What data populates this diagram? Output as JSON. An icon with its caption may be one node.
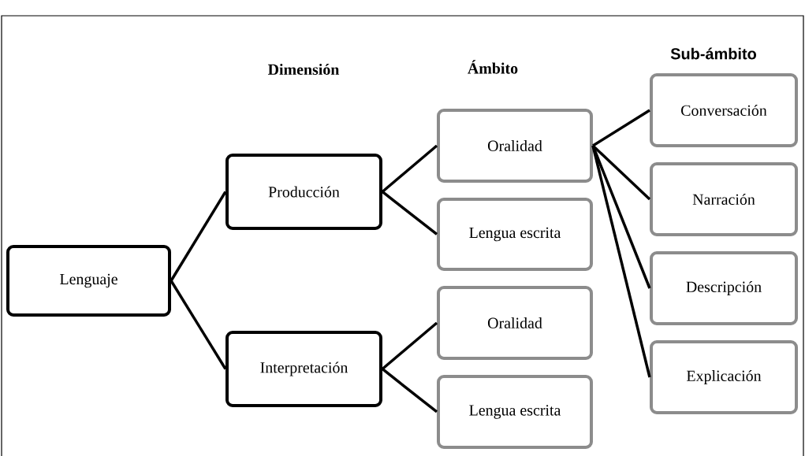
{
  "diagram": {
    "nodes": [
      {
        "text": [
          "Lenguaje"
        ]
      },
      {
        "text": [
          "Producción"
        ]
      },
      {
        "text": [
          "Interpretación"
        ]
      },
      {
        "text": [
          "Oralidad"
        ]
      },
      {
        "text": [
          "Lengua escrita"
        ]
      },
      {
        "text": [
          "Oralidad"
        ]
      },
      {
        "text": [
          "Lengua escrita"
        ]
      },
      {
        "text": [
          "Conversación"
        ]
      },
      {
        "text": [
          "Narración"
        ]
      },
      {
        "text": [
          "Descripción"
        ]
      },
      {
        "text": [
          "Explicación"
        ]
      }
    ],
    "edges": [
      {
        "from": 0,
        "to": 1,
        "arrow": "none"
      },
      {
        "from": 0,
        "to": 2,
        "arrow": "none"
      },
      {
        "from": 1,
        "to": 3,
        "arrow": "none"
      },
      {
        "from": 1,
        "to": 4,
        "arrow": "none"
      },
      {
        "from": 2,
        "to": 5,
        "arrow": "none"
      },
      {
        "from": 2,
        "to": 6,
        "arrow": "none"
      },
      {
        "from": 3,
        "to": 7,
        "arrow": "none"
      },
      {
        "from": 3,
        "to": 8,
        "arrow": "none"
      },
      {
        "from": 3,
        "to": 9,
        "arrow": "none"
      },
      {
        "from": 3,
        "to": 10,
        "arrow": "none"
      }
    ],
    "labels": [
      "Dimensión",
      "Ámbito",
      "Sub-ámbito"
    ]
  }
}
